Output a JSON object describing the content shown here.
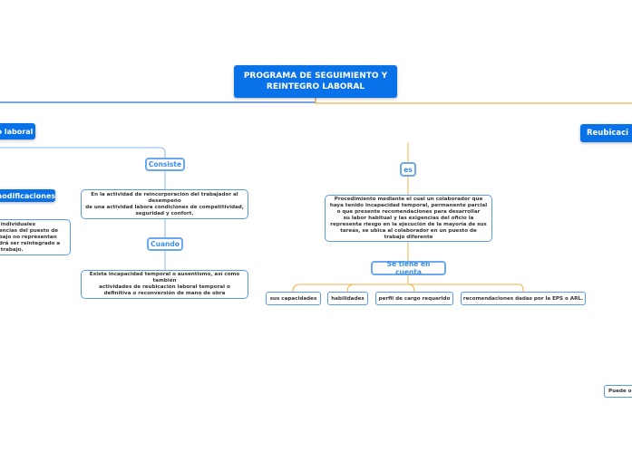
{
  "root": {
    "title": "PROGRAMA DE SEGUIMIENTO Y REINTEGRO LABORAL"
  },
  "left": {
    "topic": "o laboral",
    "modificaciones": "modificaciones",
    "left_box": "e individuales\ngencias del puesto de\nabajo no representan\nodrá ser reintegrado a\na trabajo.",
    "consiste": "Consiste",
    "consiste_text": "En la actividad de reincorporación del trabajador al desempeño\nde una actividad labora condiciones de competitividad, seguridad y confort.",
    "cuando": "Cuando",
    "cuando_text": "Exista incapacidad temporal o ausentismo, así como también\nactividades de reubicación laboral temporal o definitiva o reconversión de mano de obra"
  },
  "right": {
    "topic": "Reubicaci",
    "es": "es",
    "es_text": "Procedimiento mediante el cual un colaborador que haya tenido incapacidad temporal, permanente parcial o que presente recomendaciones para desarrollar\nsu labor habitual y las exigencias del oficio la representa riesgo en la ejecución de la mayoría de sus tareas, se ubica al colaborador en un puesto de trabajo diferente",
    "se_tiene": "Se tiene en cuenta",
    "items": [
      "sus capacidades",
      "habilidades",
      "perfil de cargo requerido",
      "recomendaciones dadas por la EPS o ARL."
    ],
    "puede": "Puede o"
  },
  "colors": {
    "blue": "#0a72e8",
    "orange": "#f5b041"
  }
}
